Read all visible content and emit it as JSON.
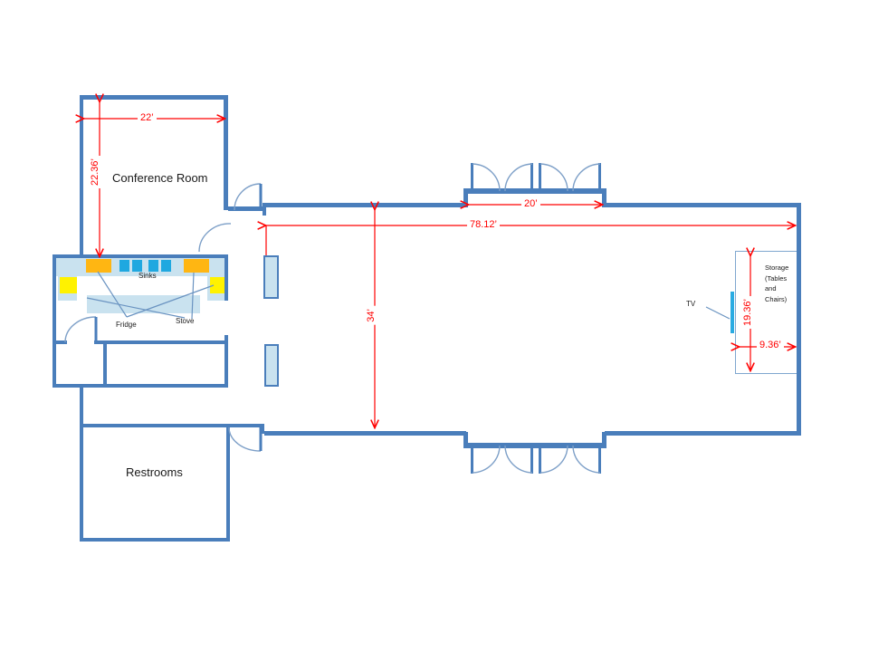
{
  "labels": {
    "conference_room": "Conference Room",
    "restrooms": "Restrooms",
    "sinks": "Sinks",
    "fridge": "Fridge",
    "stove": "Stove",
    "tv": "TV",
    "storage": "Storage (Tables and Chairs)"
  },
  "dimensions": {
    "conference_width": "22’",
    "conference_height": "22.36’",
    "hall_width": "78.12’",
    "hall_height": "34’",
    "entry_width": "20’",
    "storage_height": "19.36’",
    "storage_width": "9.36’"
  },
  "colors": {
    "wall": "#4A7EBB",
    "fill": "#C9E2EF",
    "sink": "#1FA8E0",
    "orange": "#FFB612",
    "yellow": "#FFF200",
    "red": "#FF0000",
    "arc": "#7EA0C8",
    "tv": "#29ABE2",
    "storage-border": "#7FA7CF",
    "ink": "#1a1a1a"
  }
}
